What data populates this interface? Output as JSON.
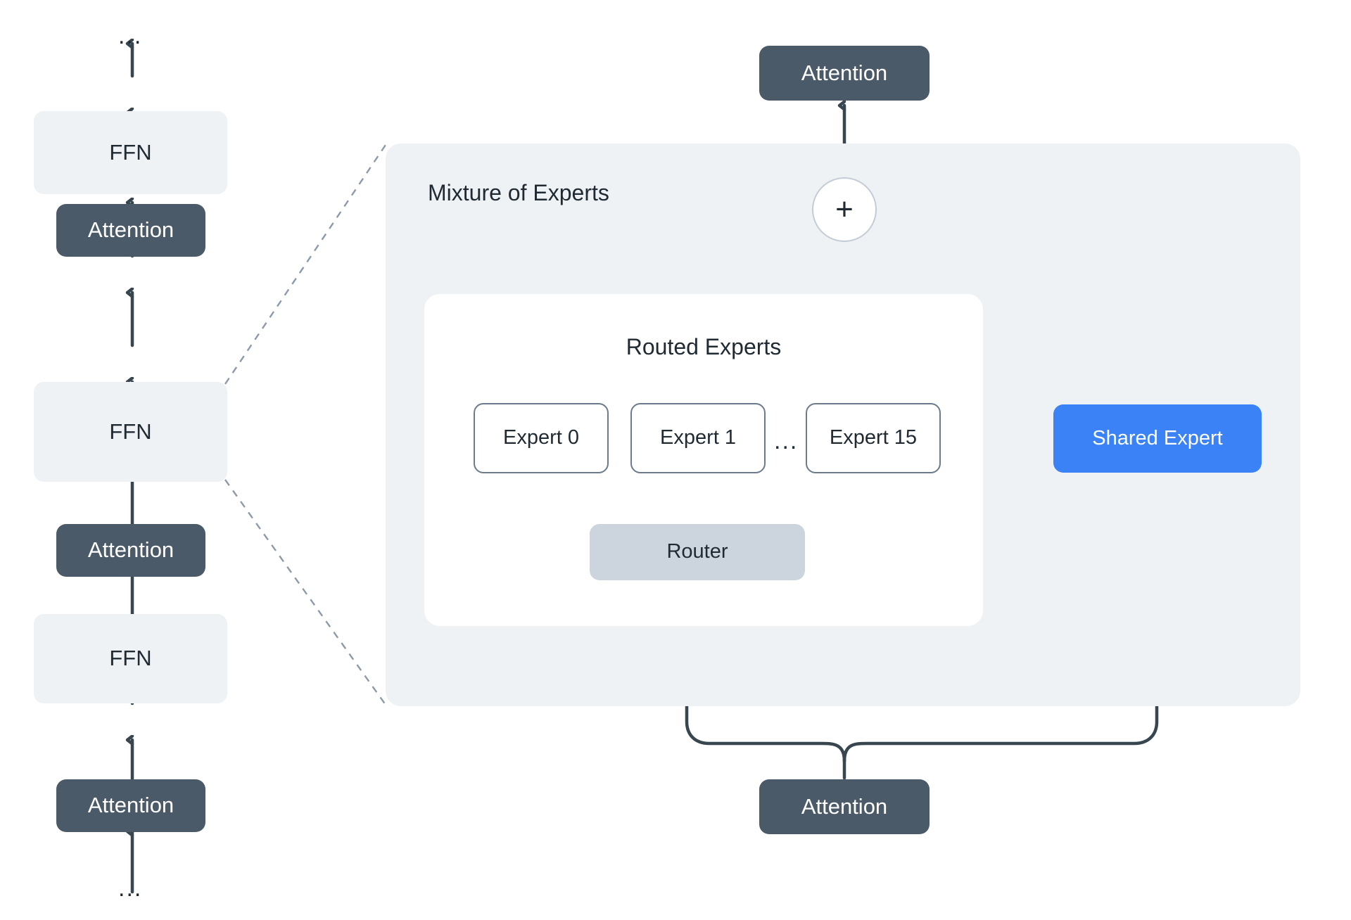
{
  "diagram": {
    "title_moe": "Mixture of Experts",
    "title_routed": "Routed Experts",
    "colors": {
      "attention_fill": "#4b5a68",
      "ffn_fill": "#eef2f5",
      "shared_expert_fill": "#3b82f6",
      "router_fill": "#ccd4dd",
      "expert_border": "#6b7b8c",
      "panel_fill": "#eef2f5",
      "card_fill": "#ffffff",
      "wire": "#37464f",
      "dashed_wire": "#8c9aa9",
      "text_dark": "#1f2a33",
      "text_light": "#ffffff"
    },
    "left_stack": {
      "top_ellipsis": "...",
      "bottom_ellipsis": "...",
      "blocks": [
        {
          "label": "FFN",
          "type": "ffn"
        },
        {
          "label": "Attention",
          "type": "attention"
        },
        {
          "label": "FFN",
          "type": "ffn"
        },
        {
          "label": "Attention",
          "type": "attention"
        },
        {
          "label": "FFN",
          "type": "ffn"
        },
        {
          "label": "Attention",
          "type": "attention"
        }
      ]
    },
    "moe": {
      "top_attention": "Attention",
      "bottom_attention": "Attention",
      "combine_symbol": "+",
      "router": "Router",
      "shared_expert": "Shared Expert",
      "experts_ellipsis": "...",
      "experts": [
        {
          "label": "Expert 0"
        },
        {
          "label": "Expert 1"
        },
        {
          "label": "Expert 15"
        }
      ]
    }
  }
}
